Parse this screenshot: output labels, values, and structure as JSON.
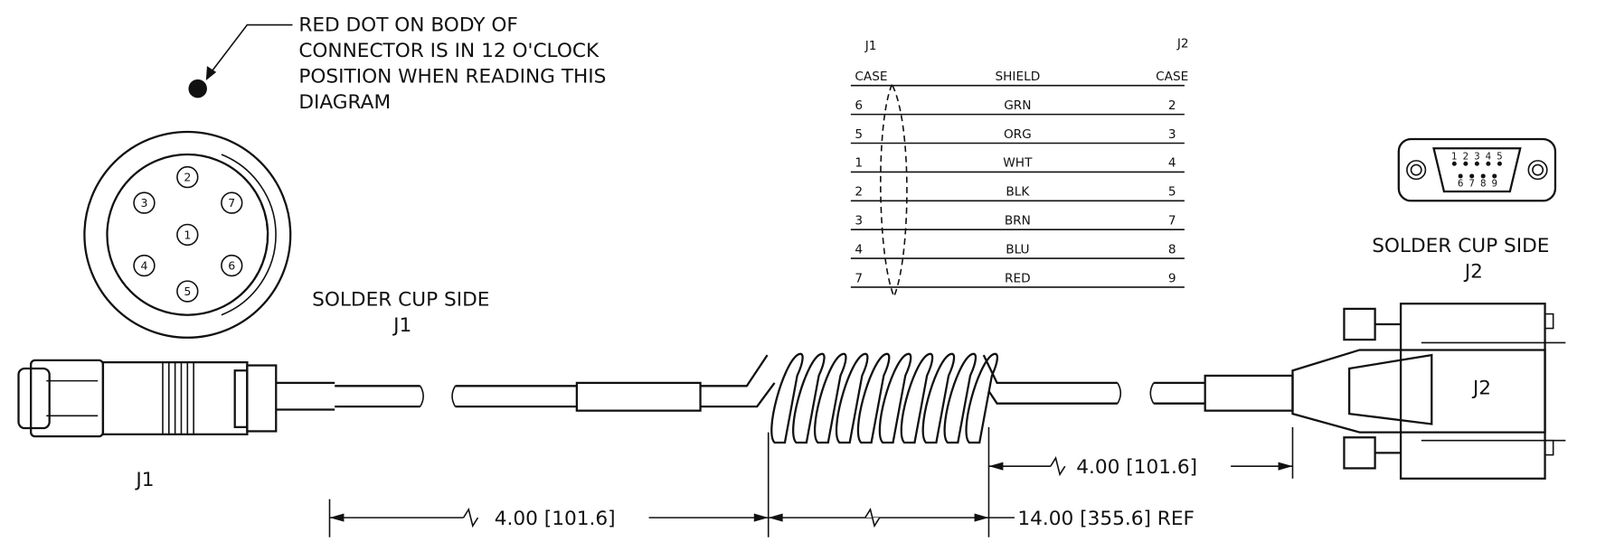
{
  "note": {
    "lines": [
      "RED DOT ON BODY OF",
      "CONNECTOR IS IN 12 O'CLOCK",
      "POSITION WHEN READING THIS",
      "DIAGRAM"
    ]
  },
  "j1_face": {
    "pins": [
      "2",
      "3",
      "7",
      "1",
      "4",
      "6",
      "5"
    ],
    "caption": "SOLDER CUP SIDE",
    "label": "J1"
  },
  "j2_face": {
    "top_pins": [
      "1",
      "2",
      "3",
      "4",
      "5"
    ],
    "bottom_pins": [
      "6",
      "7",
      "8",
      "9"
    ],
    "caption": "SOLDER CUP SIDE",
    "label": "J2"
  },
  "wiring": {
    "j1_header": "J1",
    "j2_header": "J2",
    "rows": [
      {
        "j1": "CASE",
        "wire": "SHIELD",
        "j2": "CASE"
      },
      {
        "j1": "6",
        "wire": "GRN",
        "j2": "2"
      },
      {
        "j1": "5",
        "wire": "ORG",
        "j2": "3"
      },
      {
        "j1": "1",
        "wire": "WHT",
        "j2": "4"
      },
      {
        "j1": "2",
        "wire": "BLK",
        "j2": "5"
      },
      {
        "j1": "3",
        "wire": "BRN",
        "j2": "7"
      },
      {
        "j1": "4",
        "wire": "BLU",
        "j2": "8"
      },
      {
        "j1": "7",
        "wire": "RED",
        "j2": "9"
      }
    ]
  },
  "cable": {
    "j1_label": "J1",
    "j2_label": "J2"
  },
  "dimensions": {
    "left": "4.00 [101.6]",
    "right": "4.00 [101.6]",
    "overall": "14.00 [355.6] REF"
  }
}
